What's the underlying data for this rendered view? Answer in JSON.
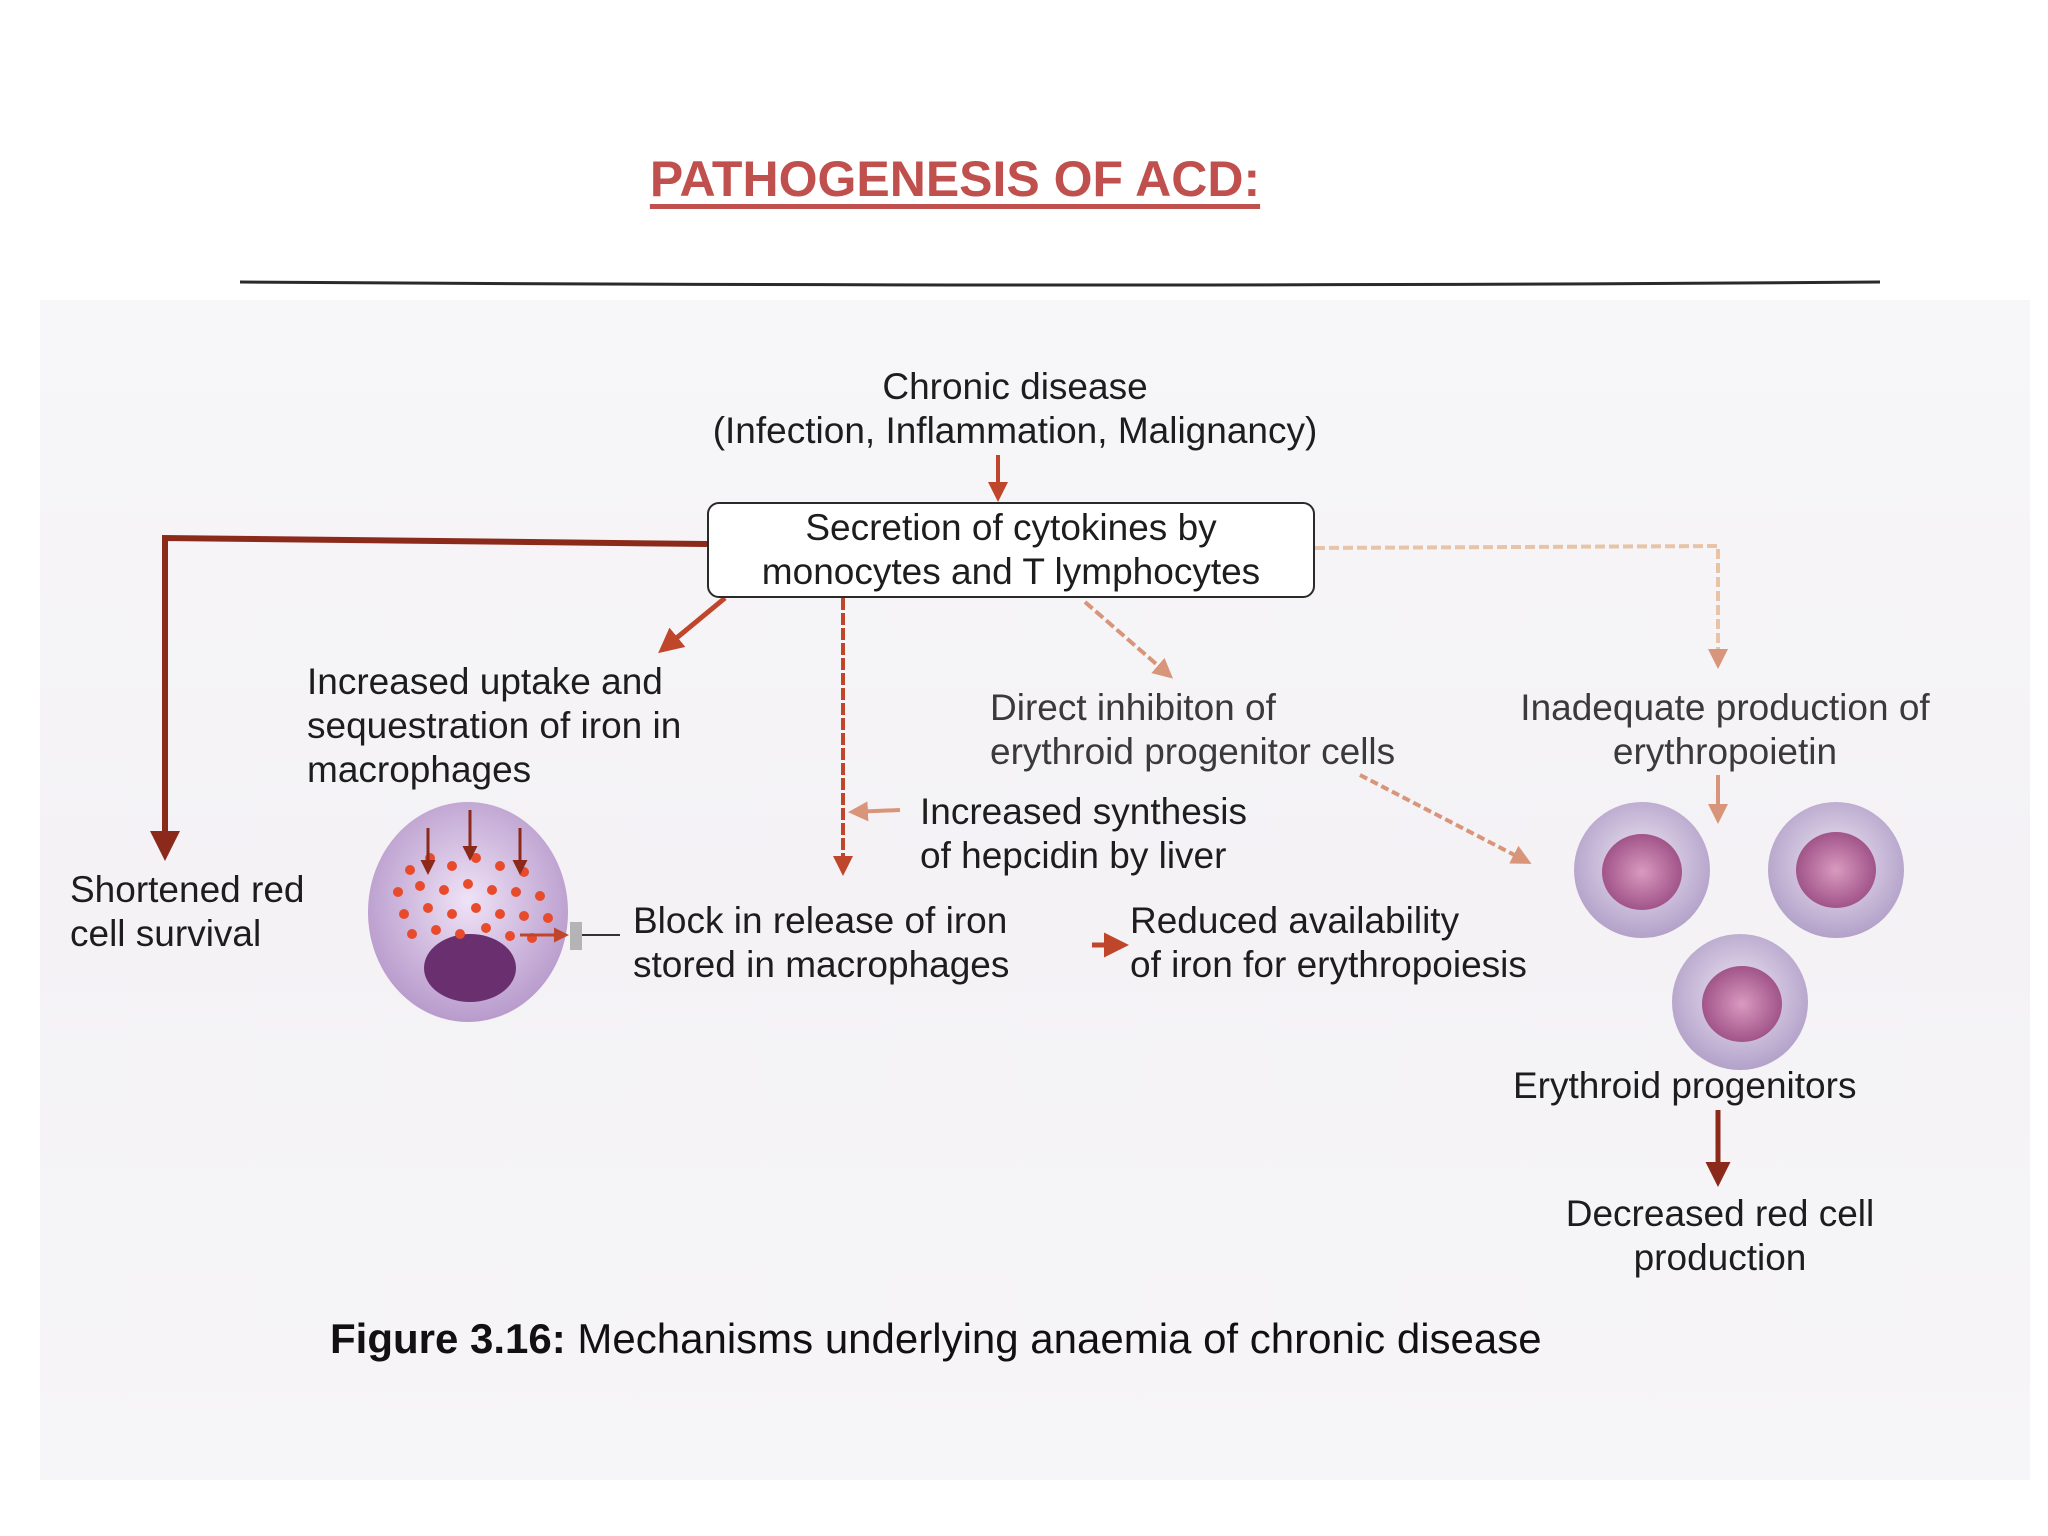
{
  "slide": {
    "title": "PATHOGENESIS OF ACD:"
  },
  "diagram": {
    "chronic_disease": {
      "line1": "Chronic disease",
      "line2": "(Infection, Inflammation, Malignancy)"
    },
    "cytokines": {
      "line1": "Secretion of cytokines by",
      "line2": "monocytes and T lymphocytes"
    },
    "uptake": {
      "line1": "Increased uptake and",
      "line2": "sequestration of iron in",
      "line3": "macrophages"
    },
    "direct_inhibition": {
      "line1": "Direct inhibiton of",
      "line2": "erythroid progenitor cells"
    },
    "epo": {
      "line1": "Inadequate production of",
      "line2": "erythropoietin"
    },
    "hepcidin": {
      "line1": "Increased synthesis",
      "line2": "of hepcidin by liver"
    },
    "shortened": {
      "line1": "Shortened red",
      "line2": "cell survival"
    },
    "block": {
      "line1": "Block in release of iron",
      "line2": "stored in macrophages"
    },
    "reduced": {
      "line1": "Reduced availability",
      "line2": "of iron for erythropoiesis"
    },
    "progenitors": {
      "label": "Erythroid progenitors"
    },
    "decreased": {
      "line1": "Decreased red cell",
      "line2": "production"
    }
  },
  "caption": {
    "number": "Figure 3.16:",
    "text": " Mechanisms underlying anaemia of chronic disease"
  },
  "colors": {
    "title": "#c0504d",
    "arrow": "#8b2a1a",
    "arrow_light": "#d89a7a",
    "cell": "#c9b3d9",
    "nucleus": "#6a2f6e"
  }
}
